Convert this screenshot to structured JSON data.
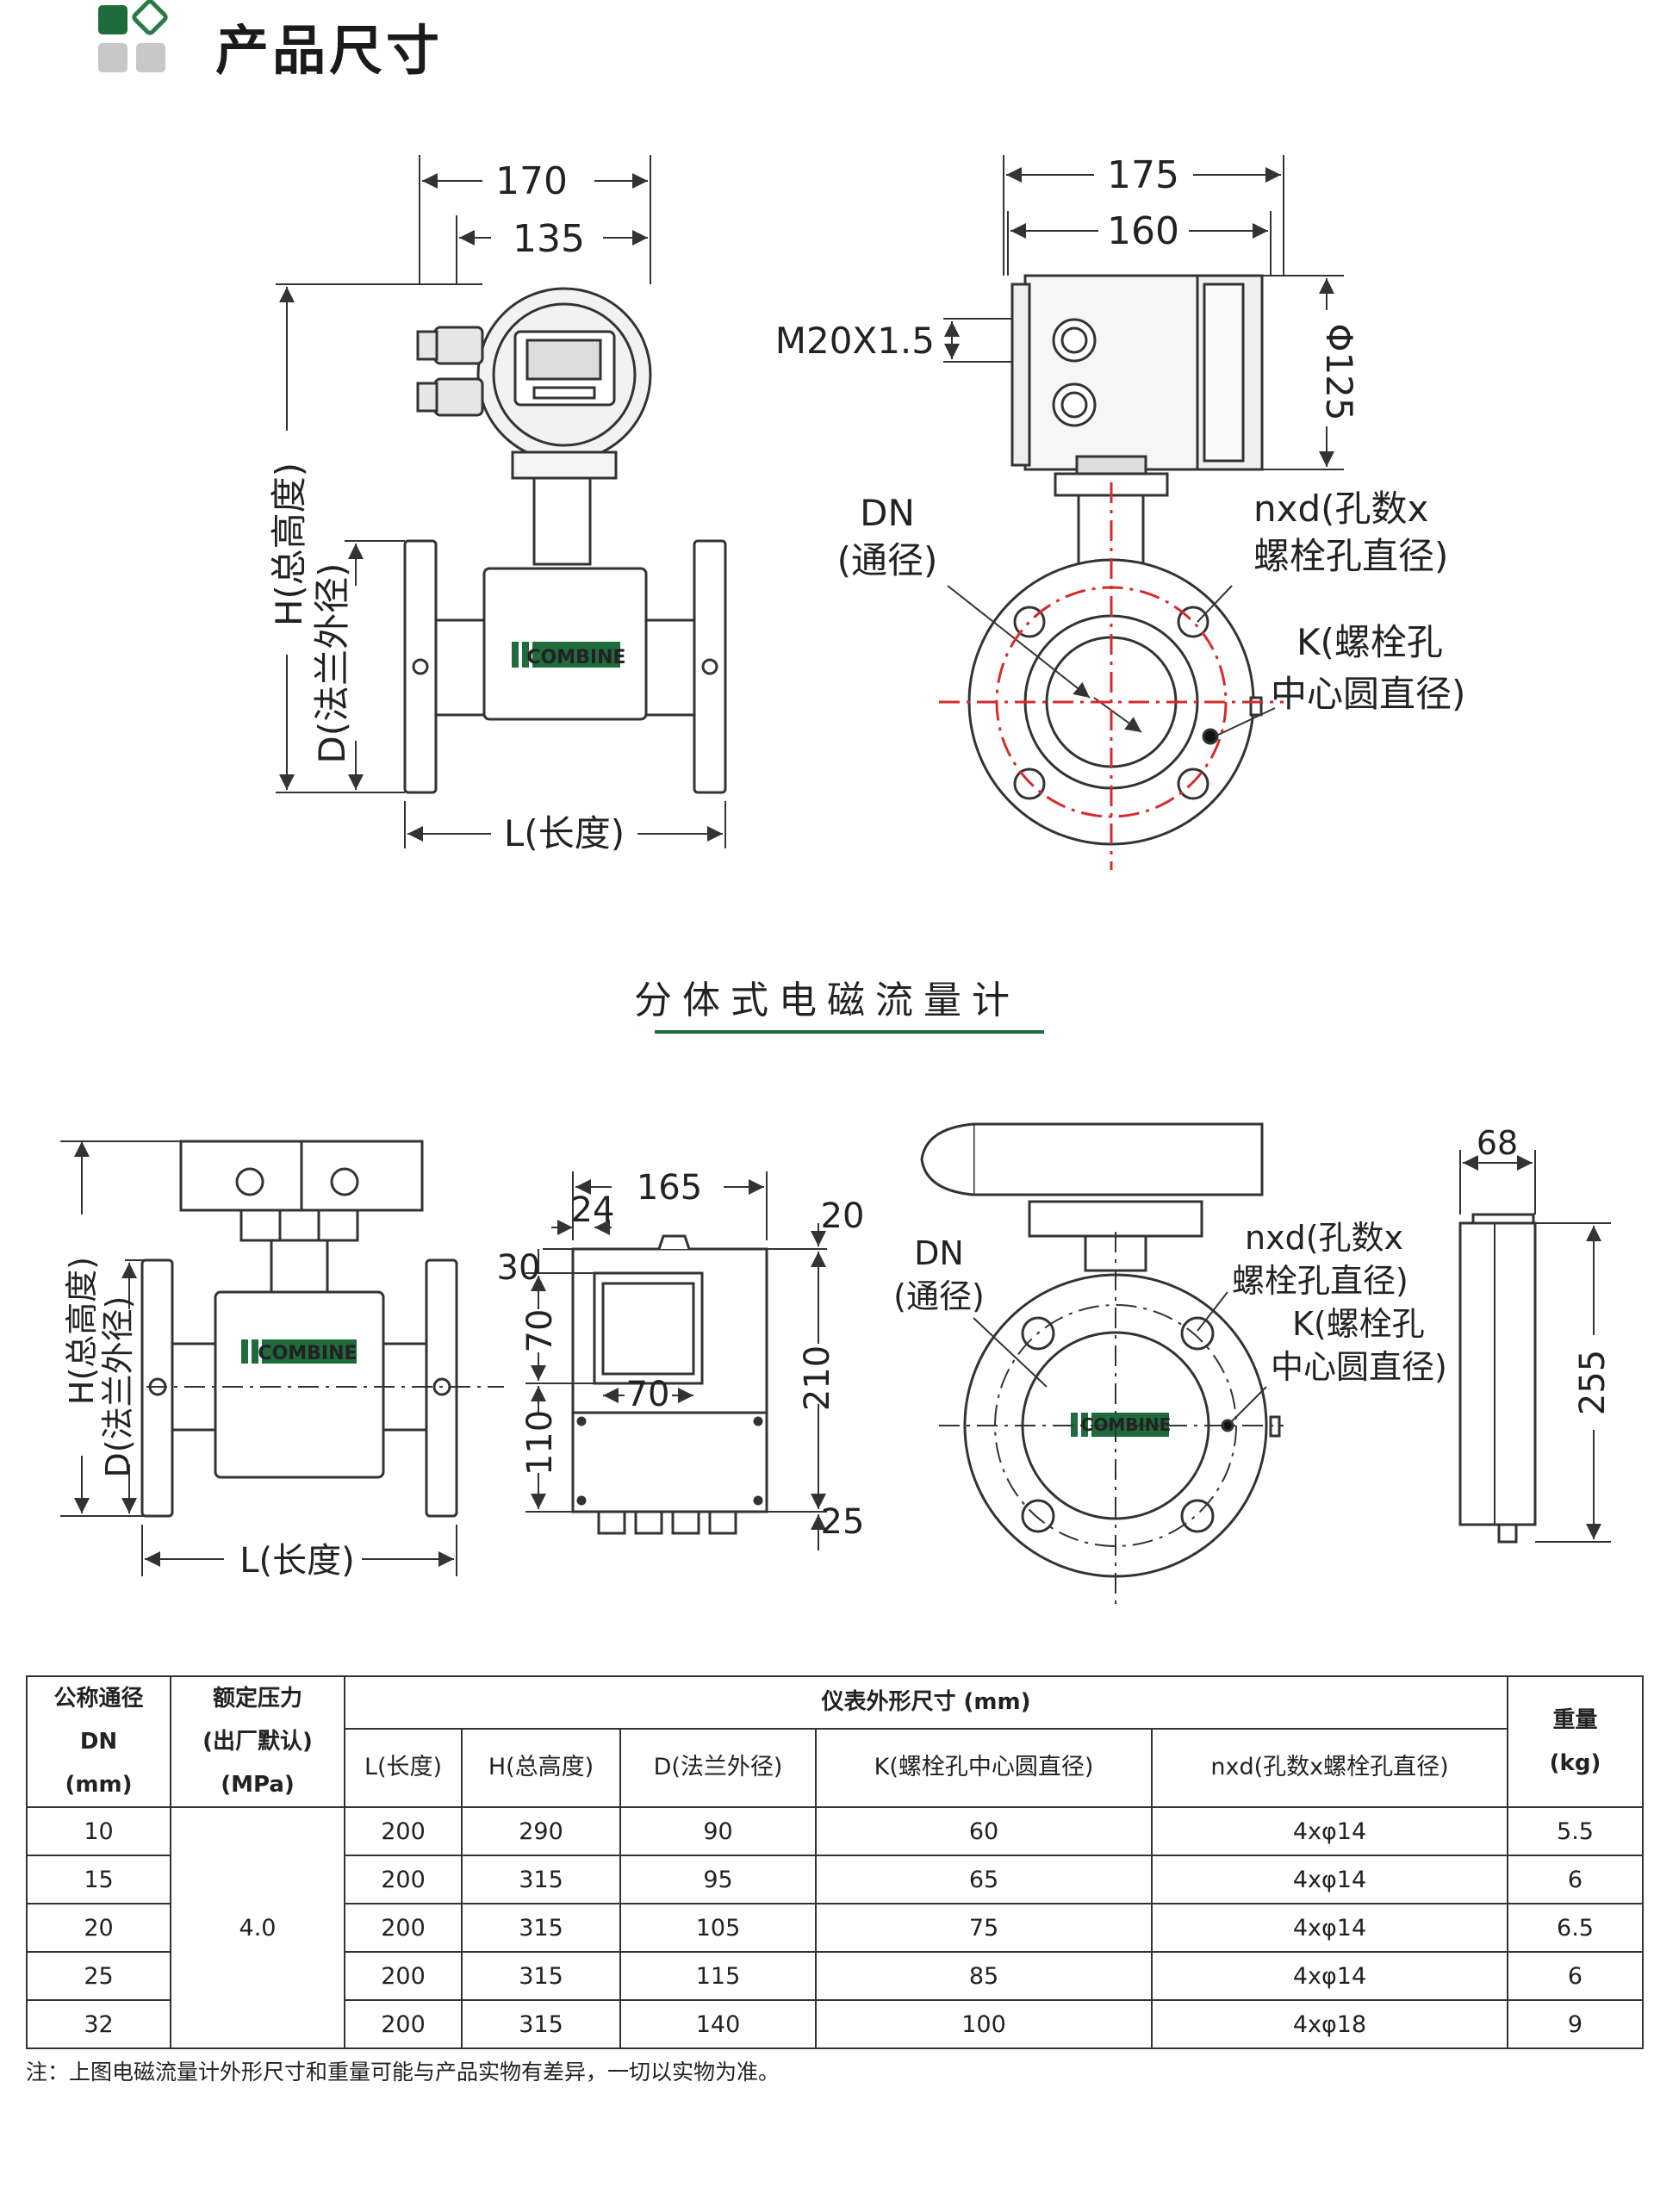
{
  "header": {
    "title": "产品尺寸",
    "brand_color": "#1f6b3c"
  },
  "integrated": {
    "front": {
      "dim_170": "170",
      "dim_135": "135",
      "h_label": "H(总高度)",
      "d_label": "D(法兰外径)",
      "l_label": "L(长度)",
      "logo": "COMBINE"
    },
    "side": {
      "dim_175": "175",
      "dim_160": "160",
      "m20": "M20X1.5",
      "phi125": "Φ125",
      "dn": "DN",
      "dn_sub": "(通径)",
      "nxd_1": "nxd(孔数x",
      "nxd_2": "螺栓孔直径)",
      "k_1": "K(螺栓孔",
      "k_2": "中心圆直径)"
    }
  },
  "section_title": "分体式电磁流量计",
  "split": {
    "front": {
      "h_label": "H(总高度)",
      "d_label": "D(法兰外径)",
      "l_label": "L(长度)",
      "logo": "COMBINE"
    },
    "box": {
      "dim_165": "165",
      "dim_24": "24",
      "dim_20": "20",
      "dim_30": "30",
      "dim_70v": "70",
      "dim_70h": "70",
      "dim_210": "210",
      "dim_110": "110",
      "dim_25": "25"
    },
    "side": {
      "dn": "DN",
      "dn_sub": "(通径)",
      "nxd_1": "nxd(孔数x",
      "nxd_2": "螺栓孔直径)",
      "k_1": "K(螺栓孔",
      "k_2": "中心圆直径)",
      "logo": "COMBINE"
    },
    "profile": {
      "dim_68": "68",
      "dim_255": "255"
    }
  },
  "table": {
    "h_dn": [
      "公称通径",
      "DN",
      "(mm)"
    ],
    "h_pressure": [
      "额定压力",
      "(出厂默认)",
      "(MPa)"
    ],
    "h_dims": "仪表外形尺寸 (mm)",
    "h_weight": [
      "重量",
      "(kg)"
    ],
    "sub_headers": [
      "L(长度)",
      "H(总高度)",
      "D(法兰外径)",
      "K(螺栓孔中心圆直径)",
      "nxd(孔数x螺栓孔直径)"
    ],
    "pressure": "4.0",
    "rows": [
      [
        "10",
        "200",
        "290",
        "90",
        "60",
        "4xφ14",
        "5.5"
      ],
      [
        "15",
        "200",
        "315",
        "95",
        "65",
        "4xφ14",
        "6"
      ],
      [
        "20",
        "200",
        "315",
        "105",
        "75",
        "4xφ14",
        "6.5"
      ],
      [
        "25",
        "200",
        "315",
        "115",
        "85",
        "4xφ14",
        "6"
      ],
      [
        "32",
        "200",
        "315",
        "140",
        "100",
        "4xφ18",
        "9"
      ]
    ]
  },
  "note": "注：上图电磁流量计外形尺寸和重量可能与产品实物有差异，一切以实物为准。"
}
